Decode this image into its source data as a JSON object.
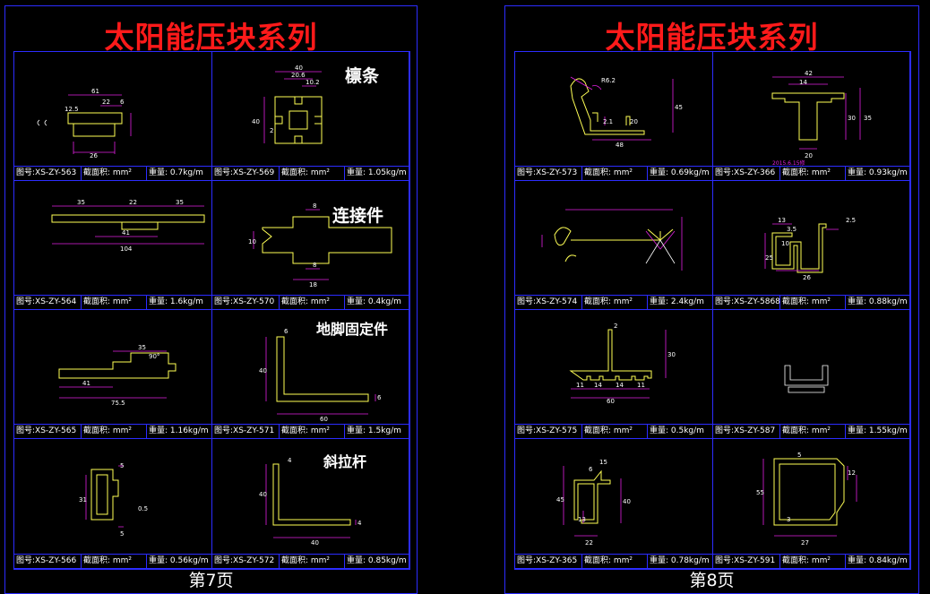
{
  "colors": {
    "background": "#000000",
    "border": "#2c2cff",
    "title": "#ff1a1a",
    "profile": "#ffff55",
    "dimension": "#e020e0"
  },
  "sheets": [
    {
      "title": "太阳能压块系列",
      "page": "第7页",
      "cells": [
        {
          "code": "图号:XS-ZY-563",
          "area": "截面积: mm²",
          "weight": "重量: 0.7kg/m",
          "category": "",
          "dims": [
            "61",
            "22",
            "6",
            "12.5",
            "26"
          ]
        },
        {
          "code": "图号:XS-ZY-569",
          "area": "截面积: mm²",
          "weight": "重量: 1.05kg/m",
          "category": "檩条",
          "dims": [
            "40",
            "20.6",
            "10.2",
            "2",
            "40"
          ]
        },
        {
          "code": "图号:XS-ZY-564",
          "area": "截面积: mm²",
          "weight": "重量: 1.6kg/m",
          "category": "",
          "dims": [
            "35",
            "22",
            "35",
            "41",
            "104"
          ]
        },
        {
          "code": "图号:XS-ZY-570",
          "area": "截面积: mm²",
          "weight": "重量: 0.4kg/m",
          "category": "连接件",
          "dims": [
            "8",
            "10",
            "8",
            "18"
          ]
        },
        {
          "code": "图号:XS-ZY-565",
          "area": "截面积: mm²",
          "weight": "重量: 1.16kg/m",
          "category": "",
          "dims": [
            "35",
            "90°",
            "41",
            "75.5"
          ]
        },
        {
          "code": "图号:XS-ZY-571",
          "area": "截面积: mm²",
          "weight": "重量: 1.5kg/m",
          "category": "地脚固定件",
          "dims": [
            "6",
            "40",
            "60",
            "6"
          ]
        },
        {
          "code": "图号:XS-ZY-566",
          "area": "截面积: mm²",
          "weight": "重量: 0.56kg/m",
          "category": "",
          "dims": [
            "5",
            "31",
            "0.5",
            "5"
          ]
        },
        {
          "code": "图号:XS-ZY-572",
          "area": "截面积: mm²",
          "weight": "重量: 0.85kg/m",
          "category": "斜拉杆",
          "dims": [
            "4",
            "40",
            "40",
            "4"
          ]
        }
      ]
    },
    {
      "title": "太阳能压块系列",
      "page": "第8页",
      "cells": [
        {
          "code": "图号:XS-ZY-573",
          "area": "截面积: mm²",
          "weight": "重量: 0.69kg/m",
          "category": "",
          "dims": [
            "R6.2",
            "2.1",
            "20",
            "45",
            "48"
          ]
        },
        {
          "code": "图号:XS-ZY-366",
          "area": "截面积: mm²",
          "weight": "重量: 0.93kg/m",
          "category": "",
          "dims": [
            "42",
            "14",
            "30",
            "35",
            "20"
          ],
          "note": "2015.6.15修"
        },
        {
          "code": "图号:XS-ZY-574",
          "area": "截面积: mm²",
          "weight": "重量: 2.4kg/m",
          "category": "",
          "dims": []
        },
        {
          "code": "图号:XS-ZY-5868",
          "area": "截面积: mm²",
          "weight": "重量: 0.88kg/m",
          "category": "",
          "dims": [
            "13",
            "3.5",
            "10",
            "25",
            "26",
            "2.5"
          ]
        },
        {
          "code": "图号:XS-ZY-575",
          "area": "截面积: mm²",
          "weight": "重量: 0.5kg/m",
          "category": "",
          "dims": [
            "2",
            "30",
            "11",
            "14",
            "14",
            "11",
            "60"
          ]
        },
        {
          "code": "图号:XS-ZY-587",
          "area": "截面积: mm²",
          "weight": "重量: 1.55kg/m",
          "category": "",
          "dims": []
        },
        {
          "code": "图号:XS-ZY-365",
          "area": "截面积: mm²",
          "weight": "重量: 0.78kg/m",
          "category": "",
          "dims": [
            "15",
            "6",
            "45",
            "40",
            "13",
            "22"
          ]
        },
        {
          "code": "图号:XS-ZY-591",
          "area": "截面积: mm²",
          "weight": "重量: 0.84kg/m",
          "category": "",
          "dims": [
            "5",
            "55",
            "12",
            "3",
            "27"
          ]
        }
      ]
    }
  ]
}
